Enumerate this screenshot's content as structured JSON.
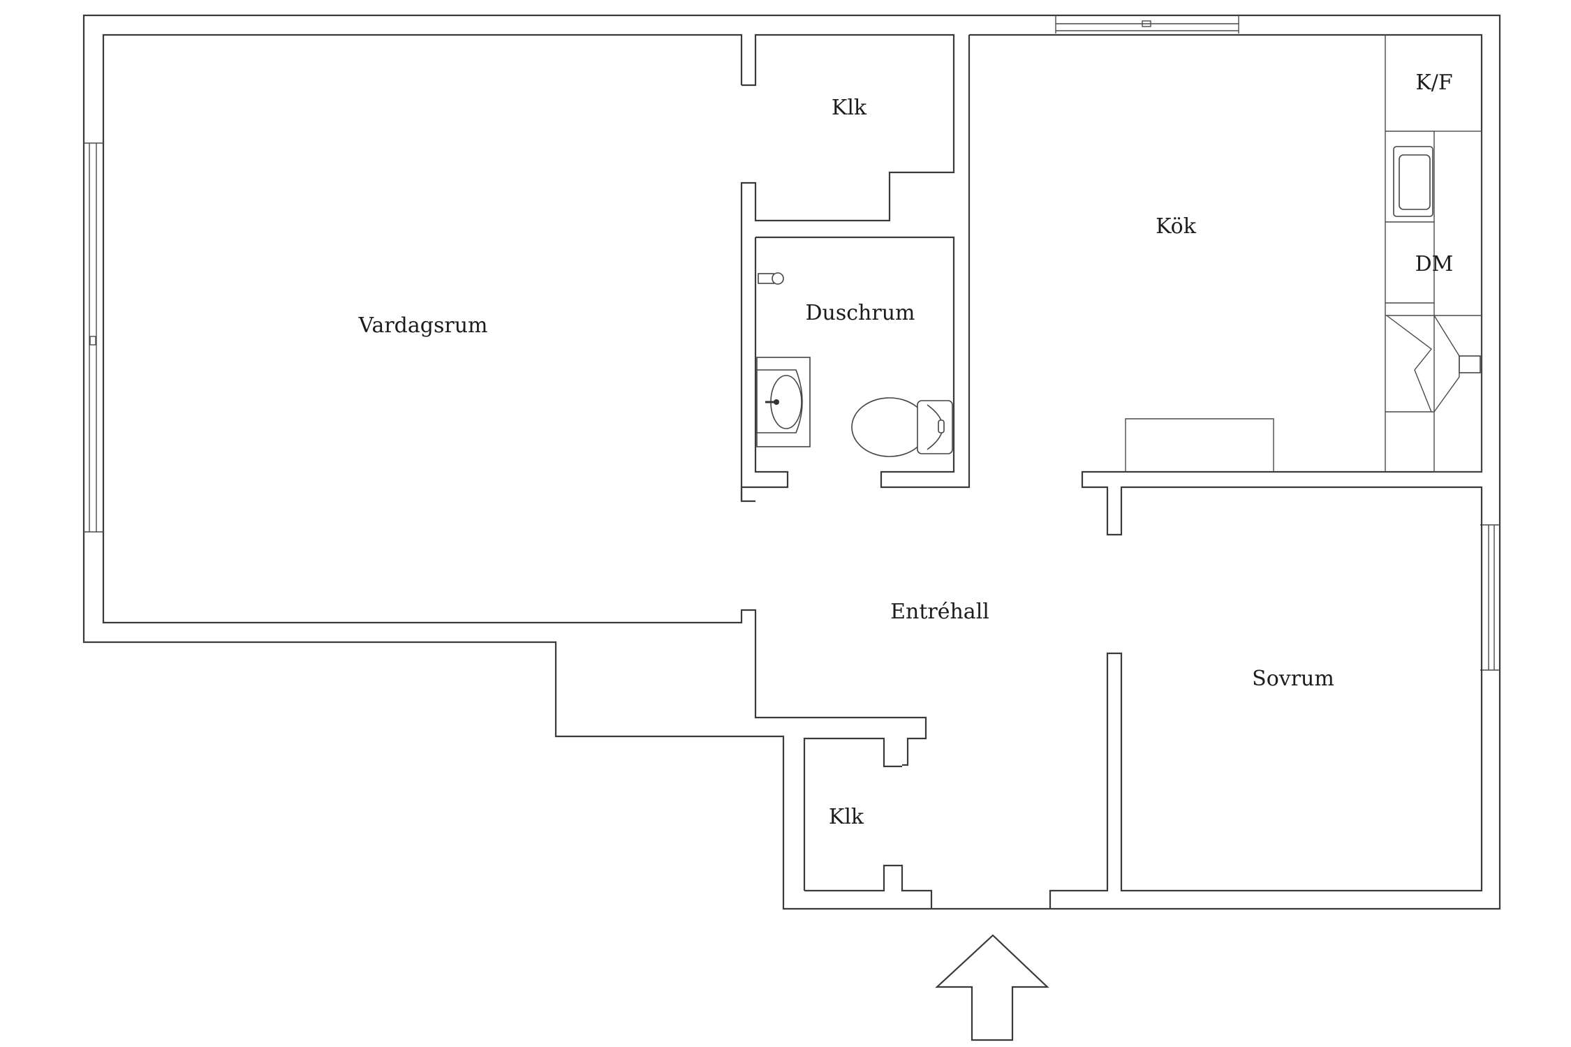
{
  "rooms": {
    "vardagsrum": "Vardagsrum",
    "klk_top": "Klk",
    "duschrum": "Duschrum",
    "kok": "Kök",
    "kf": "K/F",
    "dm": "DM",
    "entrehall": "Entréhall",
    "sovrum": "Sovrum",
    "klk_bottom": "Klk"
  },
  "icons": {
    "entrance": "up-arrow-icon",
    "sink": "sink-icon",
    "toilet": "toilet-icon",
    "shower": "shower-icon",
    "kitchen_sink": "kitchen-sink-icon",
    "stove_hood": "stove-hood-icon"
  },
  "colors": {
    "wall": "#3a3a3a",
    "background": "#ffffff"
  }
}
